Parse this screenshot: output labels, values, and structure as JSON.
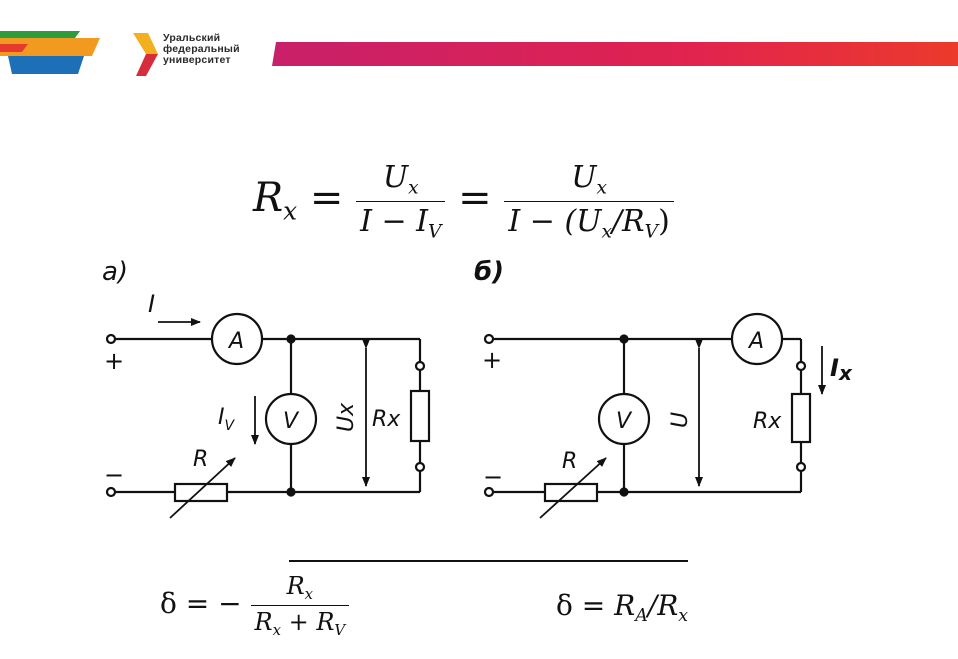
{
  "header": {
    "logo_lines": [
      "Уральский",
      "федеральный",
      "университет"
    ],
    "colors": {
      "green": "#2e9b3c",
      "orange": "#f29a1f",
      "blue": "#1d6fb8",
      "magenta": "#d6246a",
      "red": "#e63a2e",
      "logo_mark_yellow": "#f2b01f",
      "logo_mark_red": "#d62c3c"
    }
  },
  "formulas": {
    "main": {
      "lhs": "R",
      "lhs_sub": "x",
      "eq": "=",
      "frac1_num": "U",
      "frac1_num_sub": "x",
      "frac1_den": "I − I",
      "frac1_den_sub": "V",
      "eq2": "=",
      "frac2_num": "U",
      "frac2_num_sub": "x",
      "frac2_den_a": "I − (U",
      "frac2_den_sub1": "x",
      "frac2_den_b": "/R",
      "frac2_den_sub2": "V",
      "frac2_den_c": ")"
    },
    "delta_a": {
      "lhs": "δ = −",
      "num": "R",
      "num_sub": "x",
      "den_a": "R",
      "den_sub1": "x",
      "den_b": " + R",
      "den_sub2": "V"
    },
    "delta_b": {
      "lhs": "δ = ",
      "r": "R",
      "r_sub": "A",
      "slash": "/R",
      "x_sub": "x"
    }
  },
  "diagram_a": {
    "label": "а)",
    "current": "I",
    "ammeter": "A",
    "voltmeter": "V",
    "iv": "I",
    "iv_sub": "V",
    "ux": "Ux",
    "rx": "Rx",
    "rheostat": "R",
    "plus": "+",
    "minus": "−"
  },
  "diagram_b": {
    "label": "б)",
    "ammeter": "A",
    "voltmeter": "V",
    "u": "U",
    "ix": "I",
    "ix_sub": "x",
    "rx": "Rx",
    "rheostat": "R",
    "plus": "+",
    "minus": "−"
  }
}
